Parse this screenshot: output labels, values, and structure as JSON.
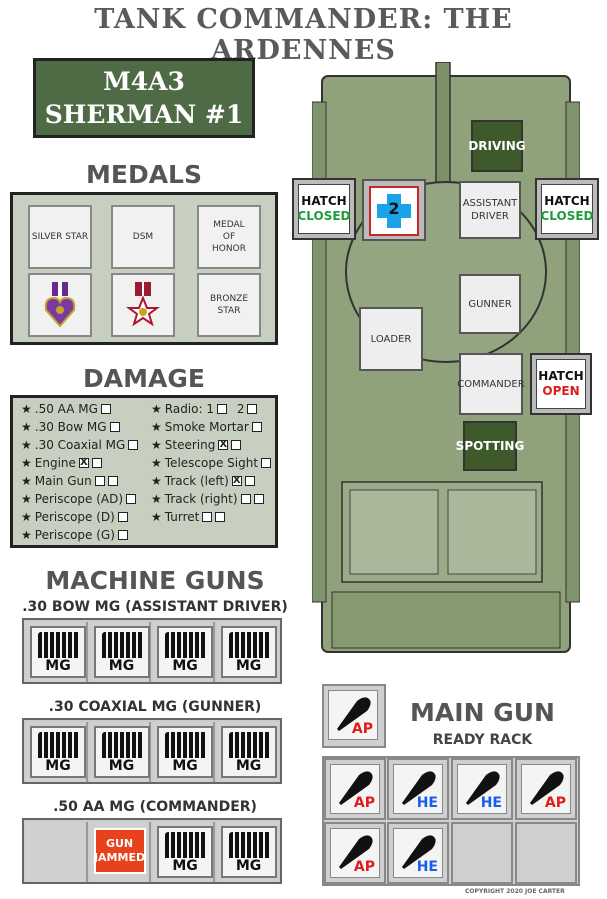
{
  "title": "TANK COMMANDER: THE ARDENNES",
  "nameplate": {
    "line1": "M4A3",
    "line2": "SHERMAN #1"
  },
  "medals": {
    "heading": "MEDALS",
    "items": [
      {
        "label": "SILVER STAR",
        "icon": ""
      },
      {
        "label": "DSM",
        "icon": ""
      },
      {
        "label": "MEDAL OF HONOR",
        "icon": ""
      },
      {
        "label": "",
        "icon": "purple-heart-medal-icon"
      },
      {
        "label": "",
        "icon": "legion-of-merit-medal-icon"
      },
      {
        "label": "BRONZE STAR",
        "icon": ""
      }
    ]
  },
  "damage": {
    "heading": "DAMAGE",
    "left": [
      {
        "label": ".50 AA MG",
        "boxes": [
          ""
        ]
      },
      {
        "label": ".30 Bow MG",
        "boxes": [
          ""
        ]
      },
      {
        "label": ".30 Coaxial MG",
        "boxes": [
          ""
        ]
      },
      {
        "label": "Engine",
        "boxes": [
          "X",
          ""
        ]
      },
      {
        "label": "Main Gun",
        "boxes": [
          "",
          ""
        ]
      },
      {
        "label": "Periscope (AD)",
        "boxes": [
          ""
        ]
      },
      {
        "label": "Periscope (D)",
        "boxes": [
          ""
        ]
      },
      {
        "label": "Periscope (G)",
        "boxes": [
          ""
        ]
      }
    ],
    "right": [
      {
        "label": "Radio: 1",
        "boxes": [
          ""
        ],
        "extra": "2",
        "extra_boxes": [
          ""
        ]
      },
      {
        "label": "Smoke Mortar",
        "boxes": [
          ""
        ]
      },
      {
        "label": "Steering",
        "boxes": [
          "X",
          ""
        ]
      },
      {
        "label": "Telescope Sight",
        "boxes": [
          ""
        ]
      },
      {
        "label": "Track (left)",
        "boxes": [
          "X",
          ""
        ]
      },
      {
        "label": "Track (right)",
        "boxes": [
          "",
          ""
        ]
      },
      {
        "label": "Turret",
        "boxes": [
          "",
          ""
        ]
      }
    ]
  },
  "machine_guns": {
    "heading": "MACHINE GUNS",
    "bow": {
      "label": ".30 BOW MG (ASSISTANT DRIVER)",
      "cells": [
        "MG",
        "MG",
        "MG",
        "MG"
      ]
    },
    "coax": {
      "label": ".30 COAXIAL MG (GUNNER)",
      "cells": [
        "MG",
        "MG",
        "MG",
        "MG"
      ]
    },
    "aa": {
      "label": ".50 AA MG (COMMANDER)",
      "jammed": "GUN JAMMED",
      "cells": [
        "MG",
        "MG"
      ]
    }
  },
  "main_gun": {
    "heading": "MAIN GUN",
    "loaded": "AP",
    "ready_rack_label": "READY RACK",
    "rack": [
      "AP",
      "HE",
      "HE",
      "AP",
      "AP",
      "HE",
      "",
      ""
    ]
  },
  "crew": {
    "driving": "DRIVING",
    "driver_marker": "2",
    "assistant_driver": "ASSISTANT DRIVER",
    "gunner": "GUNNER",
    "loader": "LOADER",
    "commander": "COMMANDER",
    "spotting": "SPOTTING",
    "hatch_left": {
      "label": "HATCH",
      "state": "CLOSED"
    },
    "hatch_right": {
      "label": "HATCH",
      "state": "CLOSED"
    },
    "hatch_commander": {
      "label": "HATCH",
      "state": "OPEN"
    }
  },
  "colors": {
    "tank_green": "#8fa27c",
    "panel_green": "#c7d0c0",
    "status_green": "#1e9e3a",
    "status_red": "#e01b1b",
    "ap_red": "#e01b1b",
    "he_blue": "#1a5ee0"
  },
  "copyright": "COPYRIGHT 2020 JOE CARTER"
}
